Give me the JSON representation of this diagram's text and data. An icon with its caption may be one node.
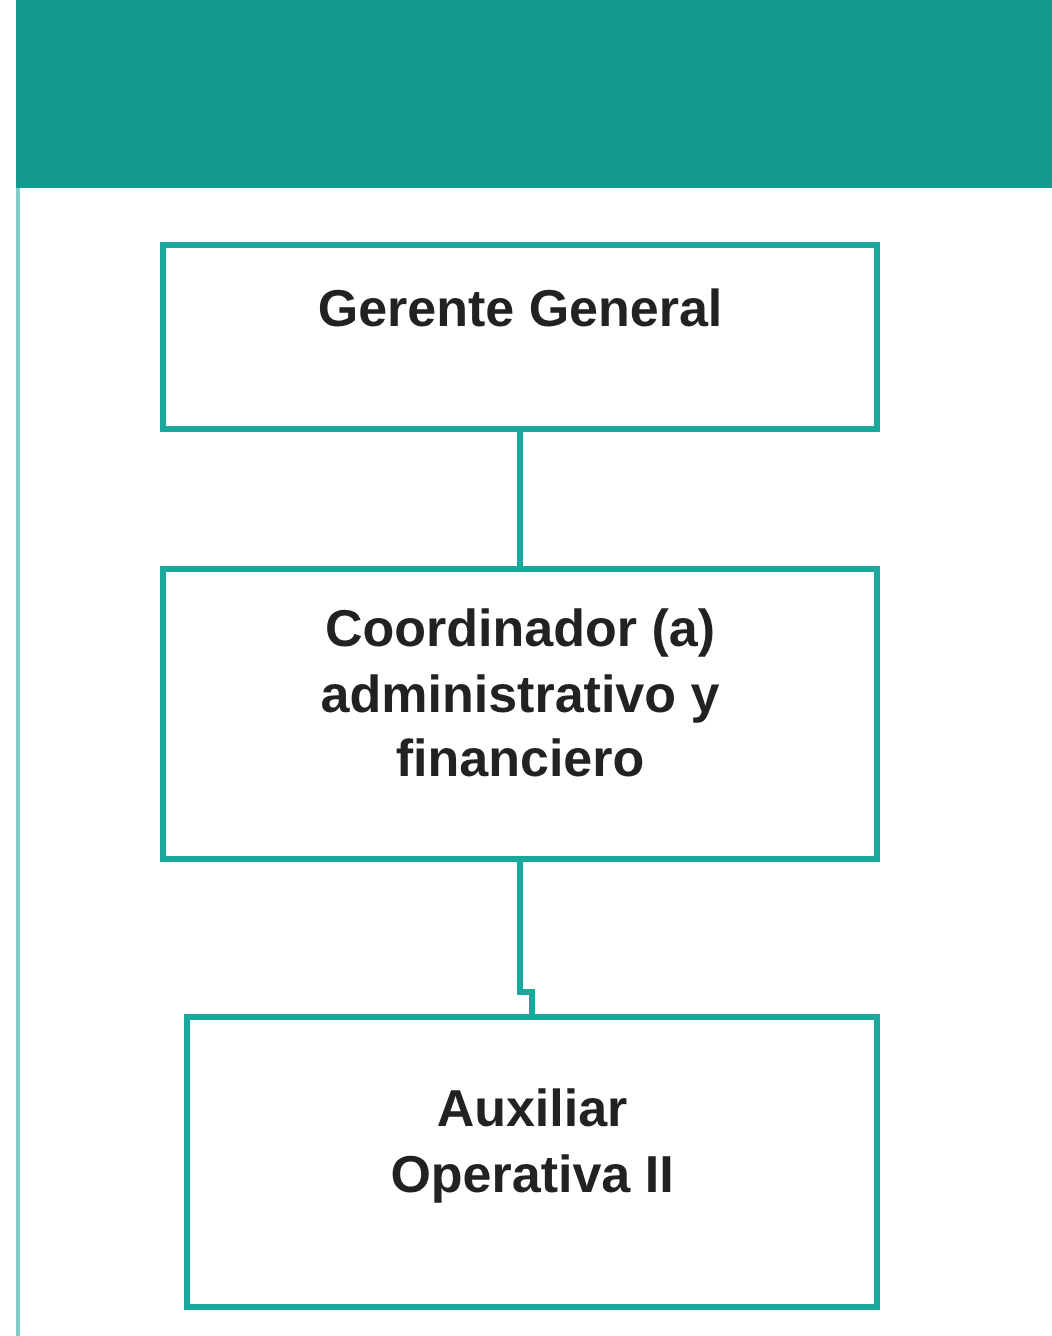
{
  "diagram": {
    "nodes": [
      {
        "text": [
          "Gerente General"
        ]
      },
      {
        "text": [
          "Coordinador (a) administrativo y financiero"
        ]
      },
      {
        "text": [
          "Auxiliar Operativa II"
        ]
      }
    ],
    "edges": [
      {
        "from": 0,
        "to": 1,
        "arrow": "none"
      },
      {
        "from": 1,
        "to": 2,
        "arrow": "none"
      }
    ]
  }
}
